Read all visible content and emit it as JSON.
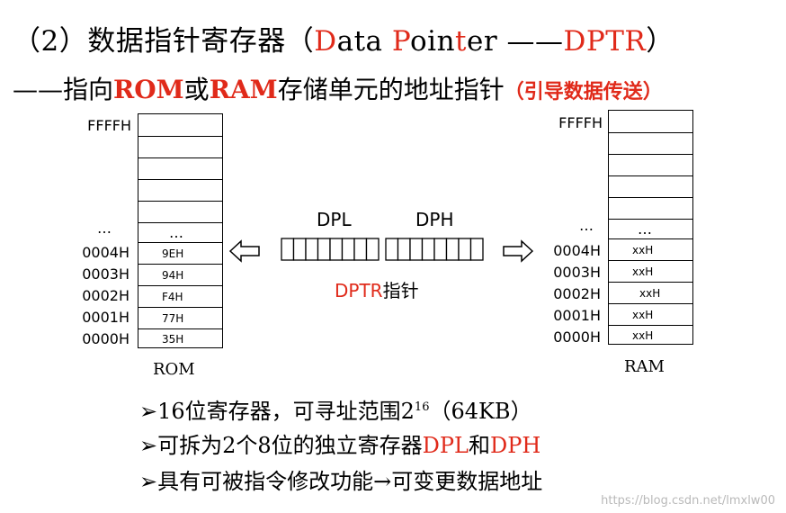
{
  "title": {
    "prefix": "（2）数据指针寄存器（",
    "data_letter": "D",
    "data_rest": "ata ",
    "pointer_letter": "P",
    "pointer_mid": "oin",
    "pointer_t": "t",
    "pointer_rest": "er ——",
    "dptr": "DPTR",
    "suffix": "）"
  },
  "subtitle": {
    "prefix": "——指向",
    "rom": "ROM",
    "or": "或",
    "ram": "RAM",
    "rest": "存储单元的地址指针",
    "note": "（引导数据传送）"
  },
  "rom_column": {
    "top_address": "FFFFH",
    "dots_address": "…",
    "dots_cell": "…",
    "addresses": [
      "0004H",
      "0003H",
      "0002H",
      "0001H",
      "0000H"
    ],
    "values": [
      "9EH",
      "94H",
      "F4H",
      "77H",
      "35H"
    ],
    "label": "ROM"
  },
  "ram_column": {
    "top_address": "FFFFH",
    "dots_address": "…",
    "dots_cell": "…",
    "addresses": [
      "0004H",
      "0003H",
      "0002H",
      "0001H",
      "0000H"
    ],
    "values": [
      "xxH",
      "xxH",
      "xxH",
      "xxH",
      "xxH"
    ],
    "label": "RAM"
  },
  "register": {
    "dpl_label": "DPL",
    "dph_label": "DPH",
    "caption_red": "DPTR",
    "caption_rest": "指针",
    "bits_per_byte": 8
  },
  "bullets": [
    {
      "marker": "➢",
      "text": "16位寄存器，可寻址范围2",
      "sup": "16",
      "after": "（64KB）"
    },
    {
      "marker": "➢",
      "text": "可拆为2个8位的独立寄存器",
      "red1": "DPL",
      "mid": "和",
      "red2": "DPH"
    },
    {
      "marker": "➢",
      "text": "具有可被指令修改功能→可变更数据地址"
    }
  ],
  "watermark": "https://blog.csdn.net/lmxlw00",
  "colors": {
    "accent": "#e02a1a",
    "text": "#000000",
    "watermark": "#b9b9b9"
  }
}
